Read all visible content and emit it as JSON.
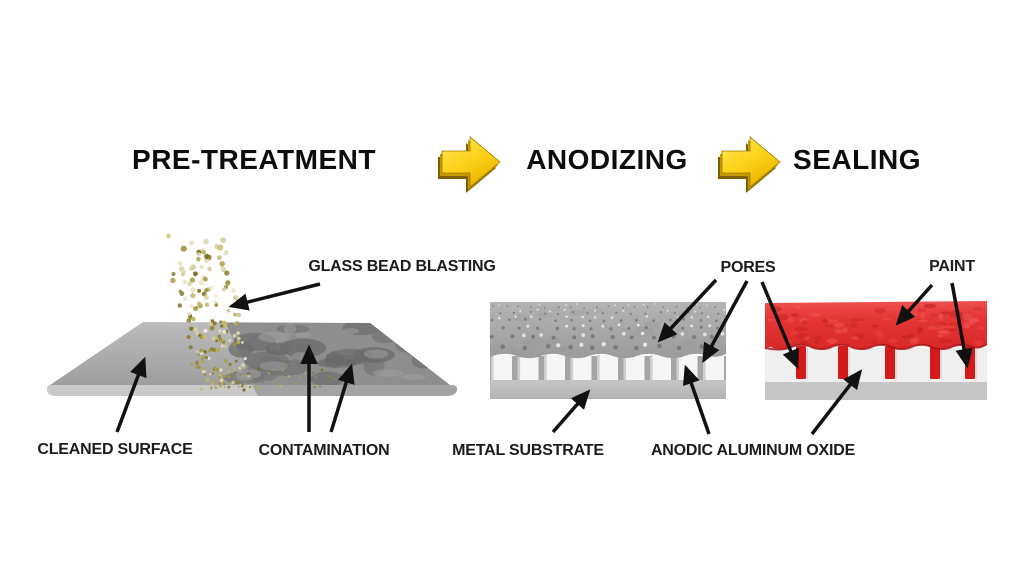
{
  "process": {
    "steps": [
      "PRE-TREATMENT",
      "ANODIZING",
      "SEALING"
    ]
  },
  "annotations": {
    "glass_bead_blasting": "GLASS BEAD BLASTING",
    "pores": "PORES",
    "paint": "PAINT",
    "cleaned_surface": "CLEANED SURFACE",
    "contamination": "CONTAMINATION",
    "metal_substrate": "METAL SUBSTRATE",
    "anodic_aluminum_oxide": "ANODIC ALUMINUM OXIDE"
  },
  "colors": {
    "background": "#FFFFFF",
    "title_text": "#0D0D0D",
    "label_text": "#1C1C1C",
    "annotation_arrow": "#111111",
    "step_arrow_face": "#FFD41E",
    "step_arrow_dark": "#7D5E00",
    "clean_metal_gray": "#B5B5B5",
    "contamination_gray": "#6F6F6F",
    "bead_olive": "#A39740",
    "bead_pale": "#ECE7CB",
    "oxide_white": "#F6F6F6",
    "pore_shadow_gray": "#A5A5A5",
    "substrate_gray": "#BDBDBD",
    "paint_red": "#E53535",
    "paint_pore_red": "#D41A1A"
  }
}
